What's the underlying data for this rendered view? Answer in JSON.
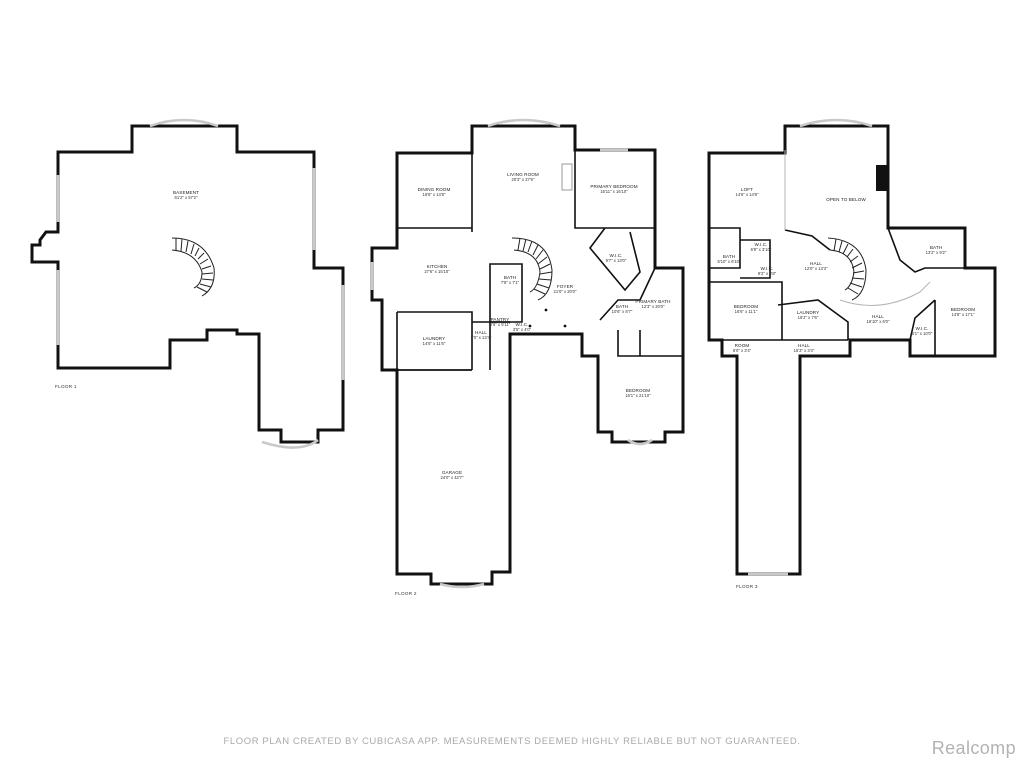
{
  "floors": [
    {
      "label": "FLOOR 1",
      "rooms": [
        {
          "name": "BASEMENT",
          "dims": "61'2\" x 57'2\""
        }
      ]
    },
    {
      "label": "FLOOR 2",
      "rooms": [
        {
          "name": "LIVING ROOM",
          "dims": "20'3\" x 27'6\""
        },
        {
          "name": "DINING ROOM",
          "dims": "16'6\" x 14'8\""
        },
        {
          "name": "PRIMARY BEDROOM",
          "dims": "16'11\" x 16'10\""
        },
        {
          "name": "KITCHEN",
          "dims": "27'6\" x 15'10\""
        },
        {
          "name": "BATH",
          "dims": "7'8\" x 7'1\""
        },
        {
          "name": "FOYER",
          "dims": "21'0\" x 20'0\""
        },
        {
          "name": "W.I.C.",
          "dims": "9'7\" x 13'0\""
        },
        {
          "name": "PRIMARY BATH",
          "dims": "12'3\" x 20'0\""
        },
        {
          "name": "BATH",
          "dims": "10'6\" x 8'7\""
        },
        {
          "name": "PANTRY",
          "dims": "2'6\" x 5'11\""
        },
        {
          "name": "W.I.C.",
          "dims": "3'5\" x 4'0\""
        },
        {
          "name": "LAUNDRY",
          "dims": "14'6\" x 11'6\""
        },
        {
          "name": "HALL",
          "dims": "3'0\" x 13'4\""
        },
        {
          "name": "BEDROOM",
          "dims": "16'1\" x 21'10\""
        },
        {
          "name": "GARAGE",
          "dims": "24'0\" x 42'7\""
        }
      ]
    },
    {
      "label": "FLOOR 3",
      "rooms": [
        {
          "name": "LOFT",
          "dims": "14'6\" x 14'8\""
        },
        {
          "name": "OPEN TO BELOW",
          "dims": ""
        },
        {
          "name": "W.I.C.",
          "dims": "6'8\" x 3'10\""
        },
        {
          "name": "BATH",
          "dims": "5'10\" x 6'10\""
        },
        {
          "name": "W.I.C.",
          "dims": "9'2\" x 3'8\""
        },
        {
          "name": "HALL",
          "dims": "12'0\" x 13'3\""
        },
        {
          "name": "BATH",
          "dims": "13'2\" x 9'2\""
        },
        {
          "name": "BEDROOM",
          "dims": "16'6\" x 11'1\""
        },
        {
          "name": "LAUNDRY",
          "dims": "16'2\" x 7'6\""
        },
        {
          "name": "HALL",
          "dims": "16'10\" x 6'0\""
        },
        {
          "name": "W.I.C.",
          "dims": "6'1\" x 10'0\""
        },
        {
          "name": "BEDROOM",
          "dims": "14'8\" x 17'1\""
        },
        {
          "name": "ROOM",
          "dims": "6'0\" x 3'4\""
        },
        {
          "name": "HALL",
          "dims": "15'3\" x 3'4\""
        }
      ]
    }
  ],
  "disclaimer": "FLOOR PLAN CREATED BY CUBICASA APP. MEASUREMENTS DEEMED HIGHLY RELIABLE BUT NOT GUARANTEED.",
  "brand": "Realcomp"
}
